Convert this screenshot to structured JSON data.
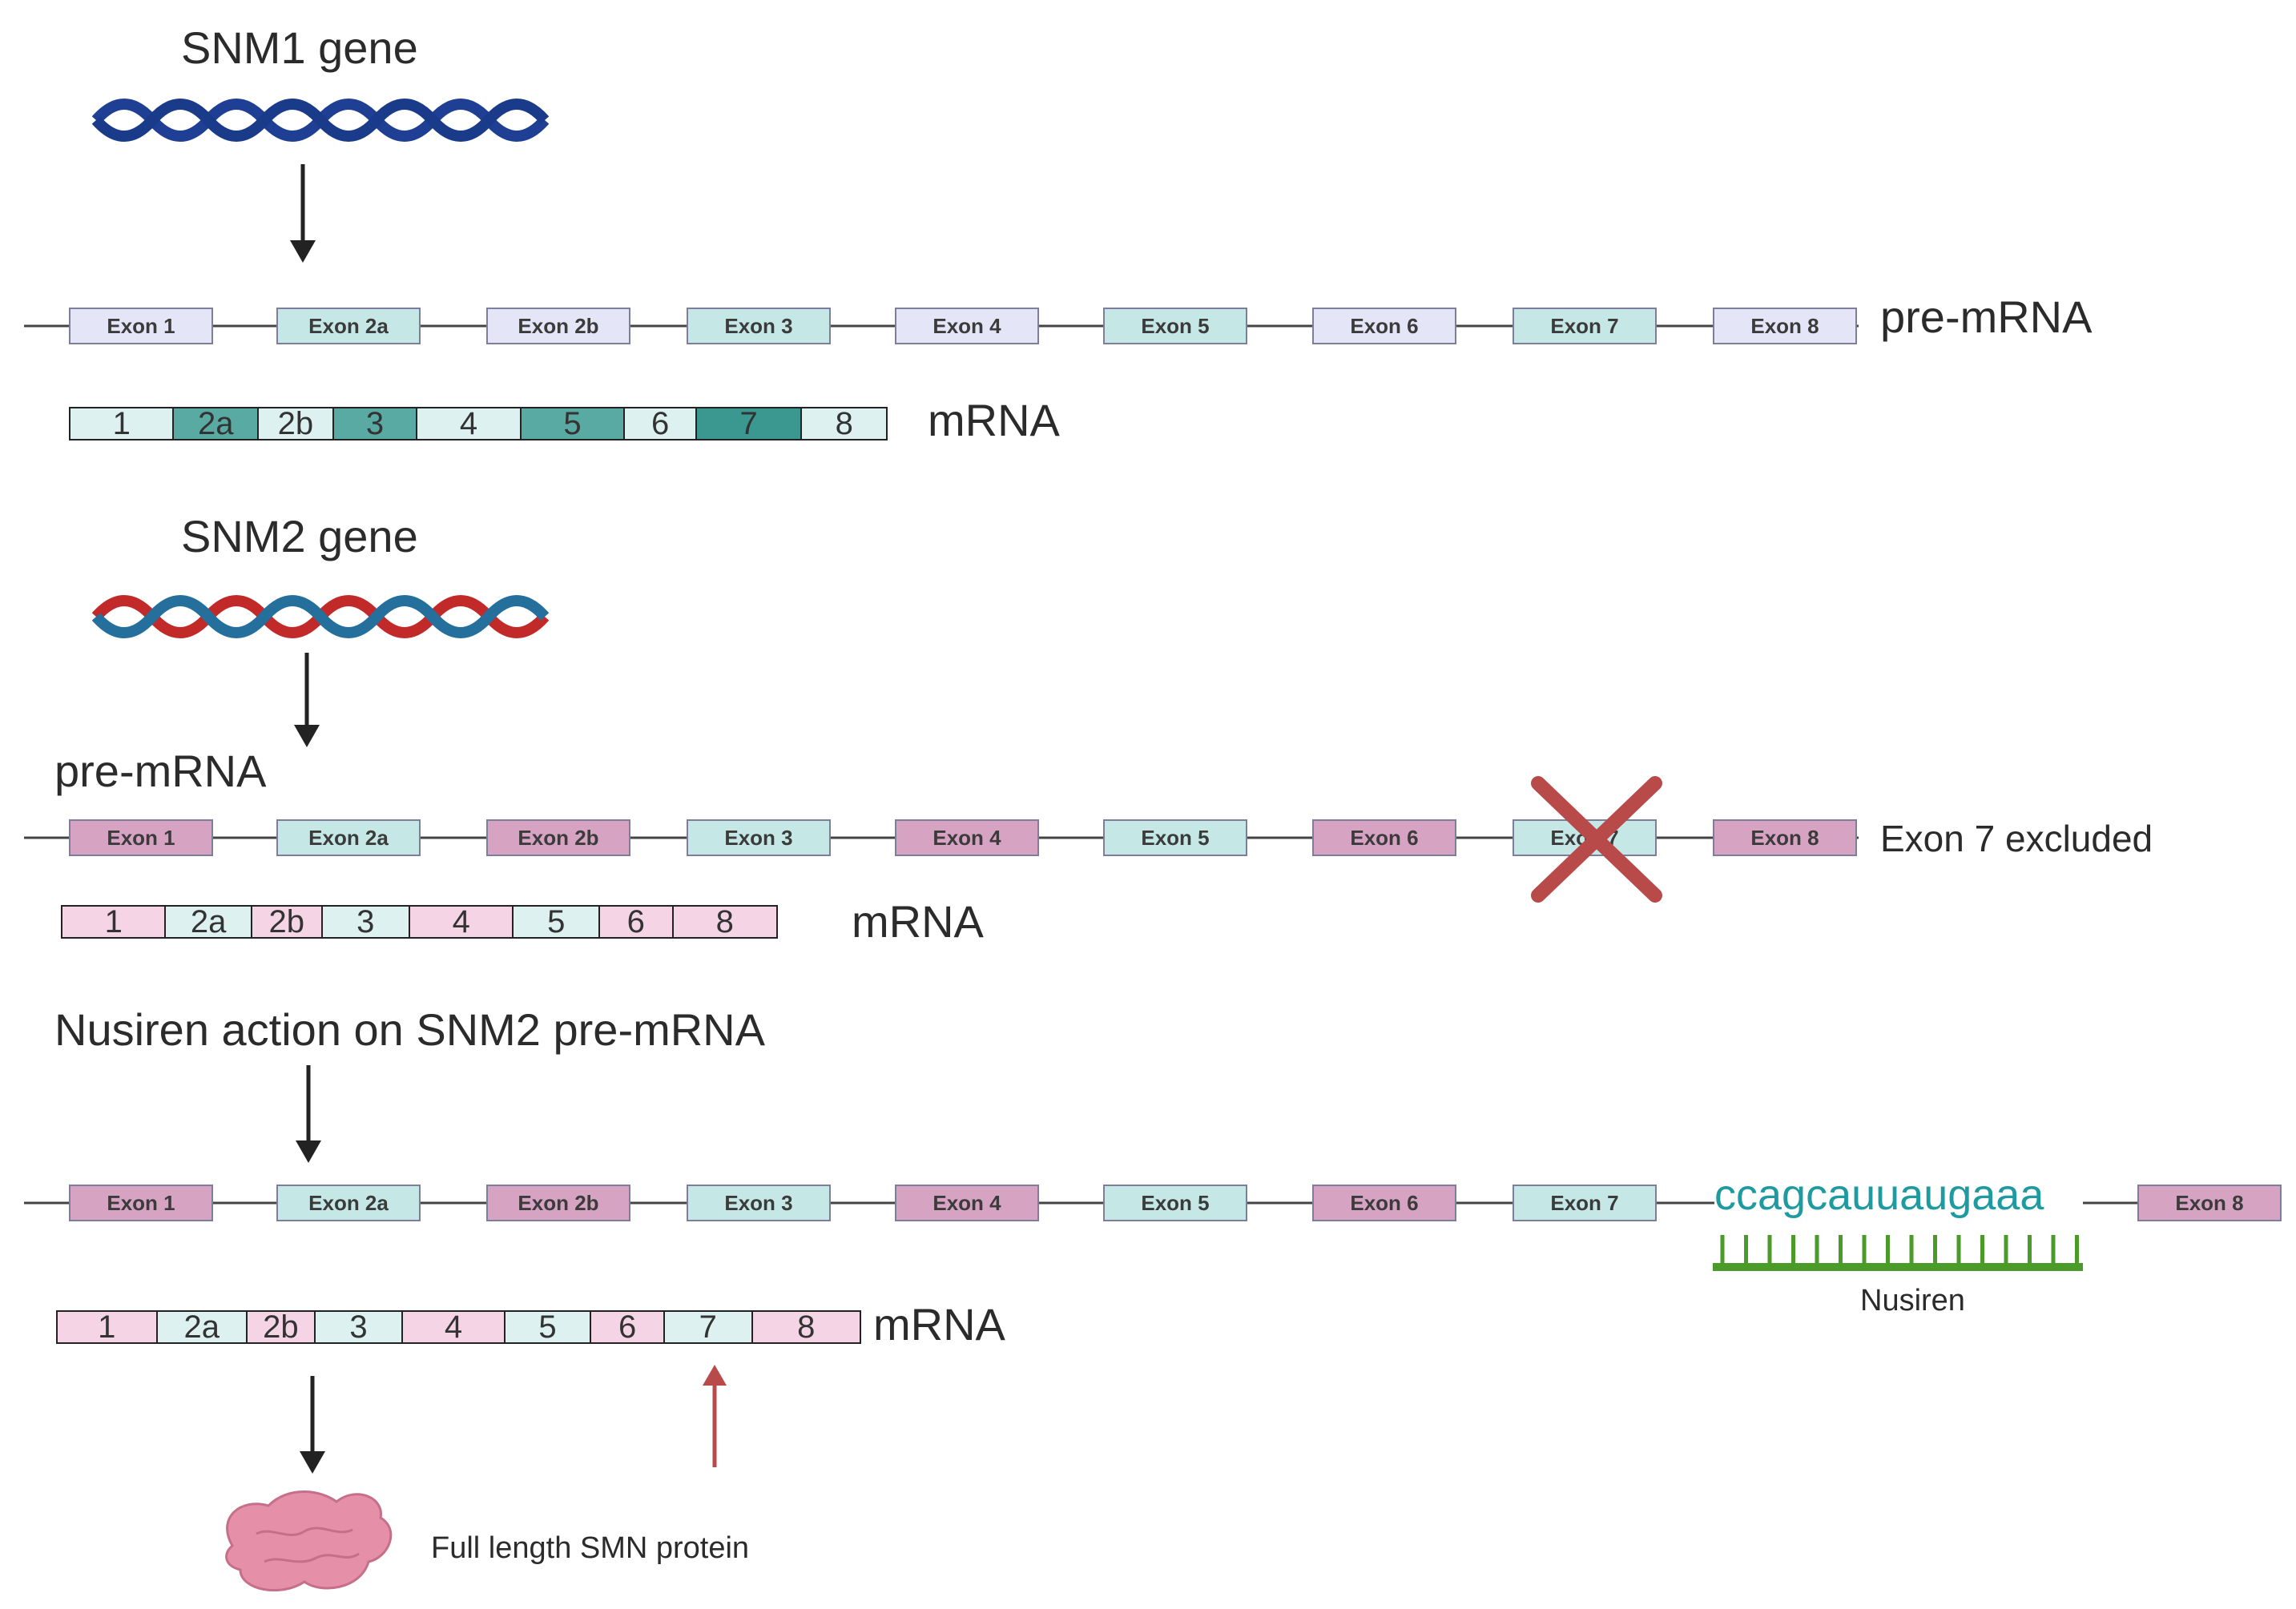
{
  "colors": {
    "light_exon": "#e4e6f7",
    "teal_exon": "#c5e8e6",
    "pink_exon": "#d7a3c3",
    "teal_pale": "#ddf1f1",
    "teal_dark": "#3a9890",
    "teal_mid": "#5aaaa4",
    "pink_pale": "#f5d4e6",
    "nusiren_green": "#4a9b2a",
    "cross_red": "#b94a4a",
    "dna_blue": "#1f3f95",
    "dna_red": "#c22a2a",
    "dna_steel": "#246f9b",
    "protein_pink": "#e590a8"
  },
  "section1": {
    "gene_label": "SNM1 gene",
    "premrna_label": "pre-mRNA",
    "mrna_label": "mRNA",
    "exons": [
      "Exon 1",
      "Exon 2a",
      "Exon 2b",
      "Exon 3",
      "Exon 4",
      "Exon 5",
      "Exon 6",
      "Exon 7",
      "Exon 8"
    ],
    "mrna_segments": [
      "1",
      "2a",
      "2b",
      "3",
      "4",
      "5",
      "6",
      "7",
      "8"
    ]
  },
  "section2": {
    "gene_label": "SNM2 gene",
    "premrna_label": "pre-mRNA",
    "exons": [
      "Exon 1",
      "Exon 2a",
      "Exon 2b",
      "Exon 3",
      "Exon 4",
      "Exon 5",
      "Exon 6",
      "Exon 7",
      "Exon 8"
    ],
    "excluded_label": "Exon 7 excluded",
    "mrna_label": "mRNA",
    "mrna_segments": [
      "1",
      "2a",
      "2b",
      "3",
      "4",
      "5",
      "6",
      "8"
    ]
  },
  "section3": {
    "title": "Nusiren action on SNM2 pre-mRNA",
    "exons": [
      "Exon 1",
      "Exon 2a",
      "Exon 2b",
      "Exon 3",
      "Exon 4",
      "Exon 5",
      "Exon 6",
      "Exon 7",
      "Exon 8"
    ],
    "sequence": "ccagcauuaugaaa",
    "nusiren_label": "Nusiren",
    "mrna_label": "mRNA",
    "mrna_segments": [
      "1",
      "2a",
      "2b",
      "3",
      "4",
      "5",
      "6",
      "7",
      "8"
    ],
    "protein_label": "Full length SMN protein"
  }
}
